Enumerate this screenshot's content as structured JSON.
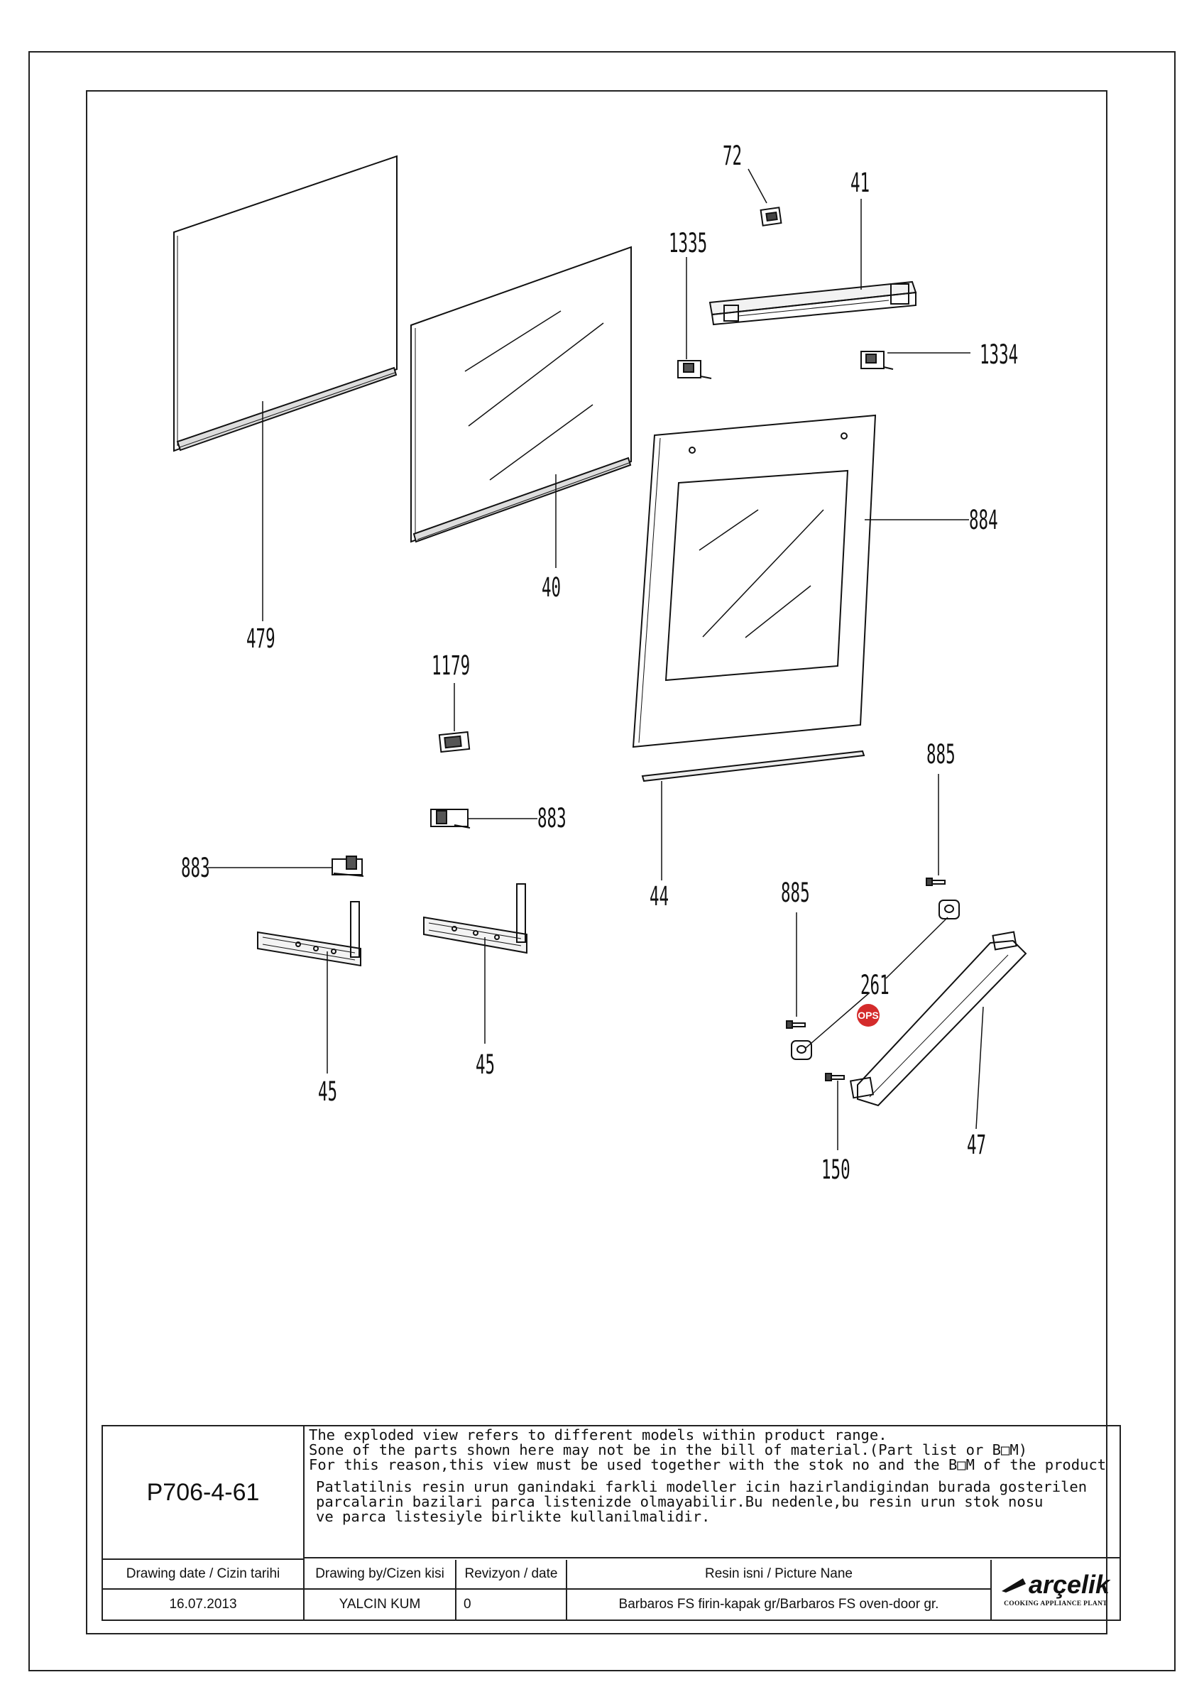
{
  "part_labels": {
    "p479": "479",
    "p40": "40",
    "p72": "72",
    "p41": "41",
    "p1335": "1335",
    "p1334": "1334",
    "p884": "884",
    "p1179": "1179",
    "p883a": "883",
    "p883b": "883",
    "p44": "44",
    "p885a": "885",
    "p885b": "885",
    "p45a": "45",
    "p45b": "45",
    "p261": "261",
    "p150": "150",
    "p47": "47",
    "ops": "OPS"
  },
  "colors": {
    "ops_badge": "#d42b2b",
    "line": "#111111"
  },
  "title_block": {
    "doc_number": "P706-4-61",
    "notes_en": [
      "The exploded view refers to different models within product range.",
      "Sone of the parts shown here may not be in the bill of material.(Part list or B□M)",
      "For this reason,this view must be used together with the stok no and the B□M of the product"
    ],
    "notes_tr": [
      "Patlatilnis resin urun ganindaki farkli modeller icin hazirlandigindan burada gosterilen",
      "parcalarin bazilari parca listenizde olmayabilir.Bu nedenle,bu resin urun stok nosu",
      "ve parca listesiyle birlikte kullanilmalidir."
    ],
    "headers": {
      "date": "Drawing date / Cizin tarihi",
      "by": "Drawing by/Cizen kisi",
      "rev": "Revizyon / date",
      "name": "Resin isni / Picture Nane"
    },
    "values": {
      "date": "16.07.2013",
      "by": "YALCIN KUM",
      "rev": "0",
      "name": "Barbaros FS firin-kapak gr/Barbaros FS oven-door gr."
    },
    "logo": {
      "word": "arçelik",
      "subtitle": "COOKING APPLIANCE PLANT"
    }
  }
}
